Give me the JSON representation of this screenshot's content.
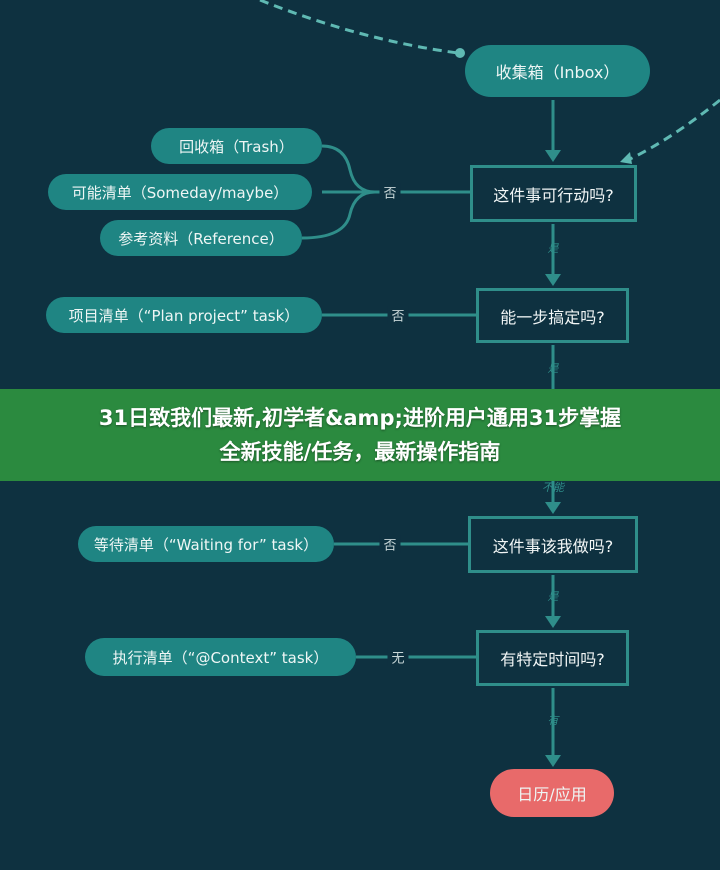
{
  "colors": {
    "background": "#0e3140",
    "node": "#1f8583",
    "border": "#2f8e8a",
    "calendar": "#e86a6a",
    "banner": "#2b8a3f"
  },
  "inbox": "收集箱（Inbox）",
  "q1": {
    "question": "这件事可行动吗?",
    "no": "否",
    "yes": "是",
    "outputs": [
      "回收箱（Trash）",
      "可能清单（Someday/maybe）",
      "参考资料（Reference）"
    ]
  },
  "q2": {
    "question": "能一步搞定吗?",
    "no": "否",
    "yes": "是",
    "output": "项目清单（“Plan project” task）"
  },
  "q3_transition": "不能",
  "q4": {
    "question": "这件事该我做吗?",
    "no": "否",
    "yes": "是",
    "output": "等待清单（“Waiting for” task）"
  },
  "q5": {
    "question": "有特定时间吗?",
    "no": "无",
    "yes": "有",
    "output": "执行清单（“@Context” task）"
  },
  "calendar": "日历/应用",
  "banner": {
    "line1": "31日致我们最新,初学者&amp;进阶用户通用31步掌握",
    "line2": "全新技能/任务，最新操作指南"
  }
}
